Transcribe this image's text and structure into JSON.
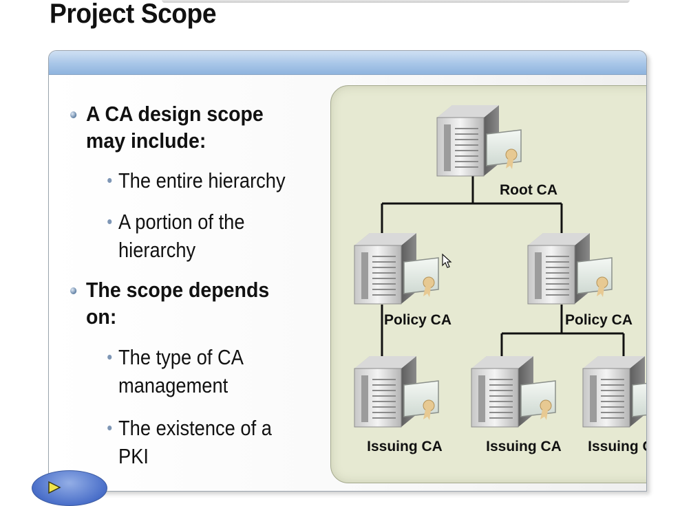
{
  "slide": {
    "title": "Project Scope"
  },
  "bullets": {
    "item1": {
      "text": "A CA design scope may include:"
    },
    "item1_sub1": {
      "text": "The entire hierarchy"
    },
    "item1_sub2": {
      "text": "A portion of the hierarchy"
    },
    "item2": {
      "text": "The scope depends on:"
    },
    "item2_sub1": {
      "text": "The type of CA management"
    },
    "item2_sub2": {
      "text": "The existence of a PKI"
    }
  },
  "diagram": {
    "root": {
      "label": "Root CA"
    },
    "policy_left": {
      "label": "Policy CA"
    },
    "policy_right": {
      "label": "Policy CA"
    },
    "issuing_1": {
      "label": "Issuing CA"
    },
    "issuing_2": {
      "label": "Issuing CA"
    },
    "issuing_3": {
      "label": "Issuing CA"
    }
  },
  "controls": {
    "play_icon": "play-triangle-icon"
  },
  "colors": {
    "header_band": "#a8c6e8",
    "diagram_background": "#e6e9d2",
    "play_button": "#4a6fc9"
  }
}
